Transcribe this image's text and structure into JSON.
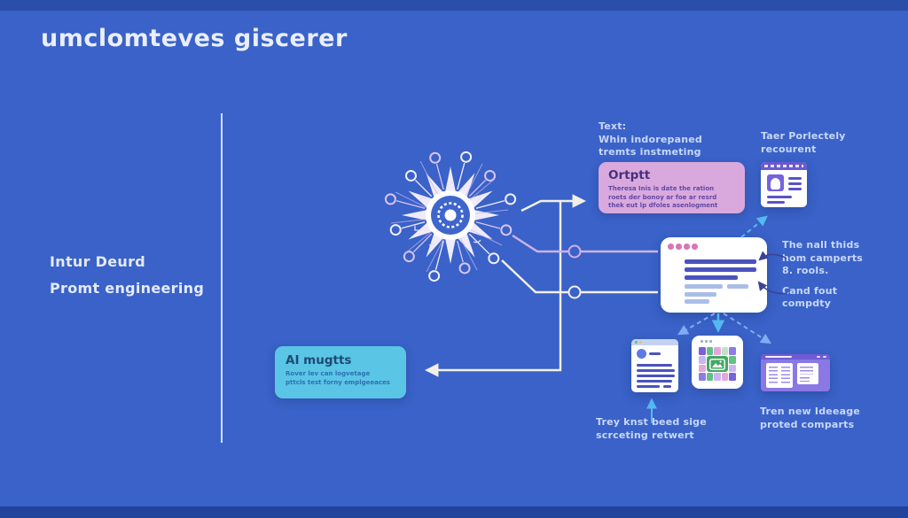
{
  "page": {
    "title": "umclomteves giscerer"
  },
  "left_panel": {
    "lines": [
      "Intur Deurd",
      "Promt engineering"
    ]
  },
  "annotations": {
    "text_block": {
      "lines": [
        "Text:",
        "Whin indorepaned",
        "tremts instmeting"
      ]
    },
    "recurrent": {
      "lines": [
        "Taer Porlectely",
        "recourent"
      ]
    },
    "right_notes": {
      "para1": [
        "The nall thids",
        "hom camperts",
        "8. rools."
      ],
      "para2": [
        "Cand fout",
        "compdty"
      ]
    },
    "bottom_left": {
      "lines": [
        "Trey knst beed sige",
        "scrceting retwert"
      ]
    },
    "bottom_right": {
      "lines": [
        "Tren new Ideeage",
        "proted comparts"
      ]
    }
  },
  "boxes": {
    "output": {
      "heading": "Ortptt",
      "body": [
        "Theresa Inis is date the ration",
        "roets der bonoy ar foe ar resrd",
        "thek eut lp dfoles asenlogment"
      ]
    },
    "ai": {
      "heading": "AI mugtts",
      "body": [
        "Rover lev can logvetage",
        "pttcls test forny emplgeeaces"
      ]
    }
  },
  "icons": {
    "starburst": "neural-starburst-icon",
    "browser": "browser-window-icon",
    "document": "document-card-icon",
    "mosaic": "image-mosaic-icon",
    "app": "app-window-icon"
  },
  "colors": {
    "background": "#3A62C8",
    "accent_pink": "#D9A9DE",
    "accent_cyan": "#5BC5E6",
    "connector_white": "#F2EFE6",
    "connector_lavender": "#CDB2EC",
    "arrow_blue": "#82ABF2",
    "arrow_cyan": "#53B9F0"
  }
}
